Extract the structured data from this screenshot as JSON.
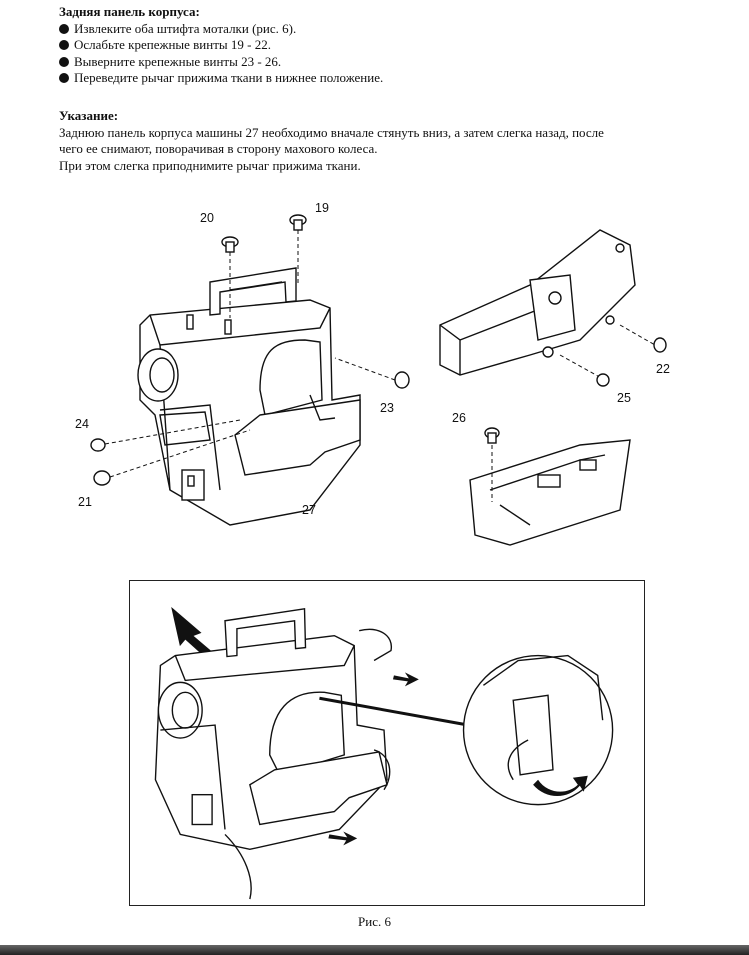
{
  "section1": {
    "heading": "Задняя панель корпуса:",
    "bullets": [
      "Извлеките оба штифта моталки (рис. 6).",
      "Ослабьте крепежные винты 19 - 22.",
      "Выверните крепежные винты 23 - 26.",
      "Переведите рычаг прижима ткани в нижнее положение."
    ]
  },
  "note": {
    "heading": "Указание:",
    "lines": [
      "Заднюю панель корпуса машины 27 необходимо вначале стянуть вниз, а затем слегка назад, после",
      "чего ее снимают, поворачивая в сторону махового колеса.",
      "При этом слегка приподнимите рычаг прижима ткани."
    ]
  },
  "figure": {
    "labels": {
      "l19": "19",
      "l20": "20",
      "l21": "21",
      "l22": "22",
      "l23": "23",
      "l24": "24",
      "l25": "25",
      "l26": "26",
      "l27": "27"
    },
    "caption": "Рис. 6"
  }
}
